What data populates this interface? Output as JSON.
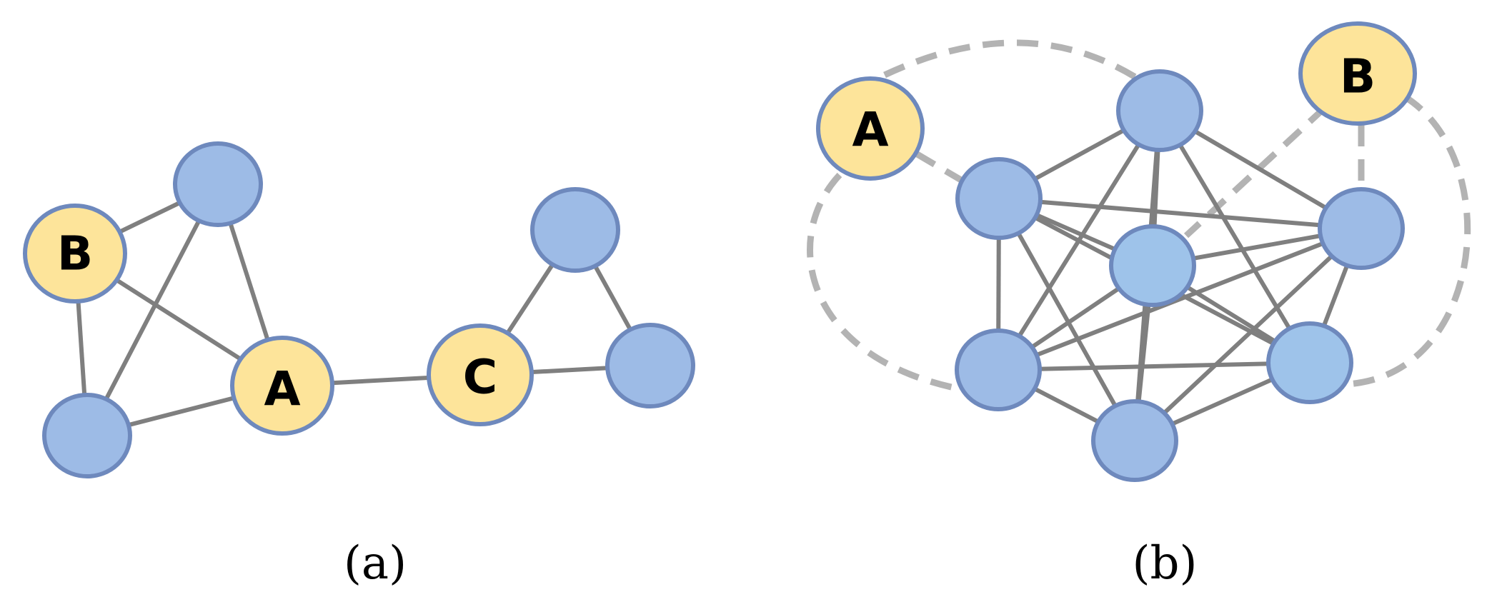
{
  "panel_a": {
    "caption": "(a)",
    "node_labels": {
      "b": "B",
      "a": "A",
      "c": "C"
    }
  },
  "panel_b": {
    "caption": "(b)",
    "node_labels": {
      "a": "A",
      "b": "B"
    }
  },
  "colors": {
    "highlight_node_fill": "#fde49a",
    "regular_node_fill": "#9dbbe6",
    "node_outline": "#6e89bd",
    "solid_edge": "#7f7f7f",
    "dashed_edge": "#b3b3b3"
  }
}
